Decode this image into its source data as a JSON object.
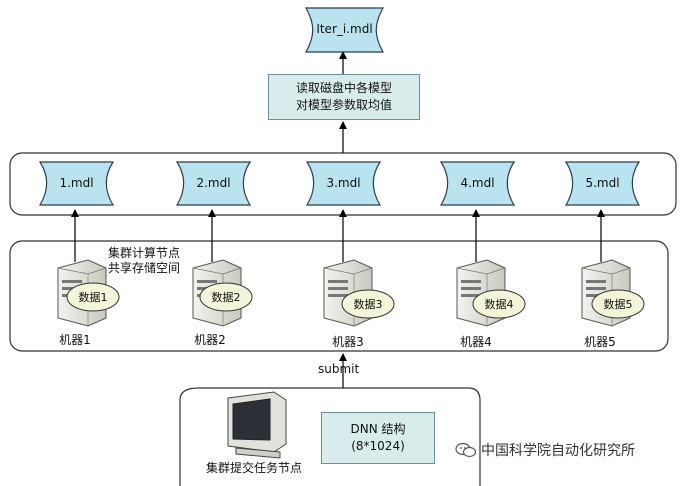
{
  "diagram": {
    "output_file": "Iter_i.mdl",
    "average_step": {
      "line1": "读取磁盘中各模型",
      "line2": "对模型参数取均值"
    },
    "model_files": [
      "1.mdl",
      "2.mdl",
      "3.mdl",
      "4.mdl",
      "5.mdl"
    ],
    "storage_note": {
      "line1": "集群计算节点",
      "line2": "共享存储空间"
    },
    "machines": [
      {
        "label": "机器1",
        "data": "数据1"
      },
      {
        "label": "机器2",
        "data": "数据2"
      },
      {
        "label": "机器3",
        "data": "数据3"
      },
      {
        "label": "机器4",
        "data": "数据4"
      },
      {
        "label": "机器5",
        "data": "数据5"
      }
    ],
    "submit_label": "submit",
    "submit_node_label": "集群提交任务节点",
    "dnn_box": {
      "line1": "DNN 结构",
      "line2": "(8*1024)"
    },
    "watermark": "中国科学院自动化研究所"
  },
  "colors": {
    "file_fill": "#b9e3ee",
    "file_stroke": "#2a3f4a",
    "box_fill": "#d9ecec",
    "server_body": "#e4e4dc",
    "data_oval": "#f4f4d8"
  },
  "icons": [
    "document-file-icon",
    "server-icon",
    "crt-monitor-icon",
    "wechat-icon"
  ]
}
